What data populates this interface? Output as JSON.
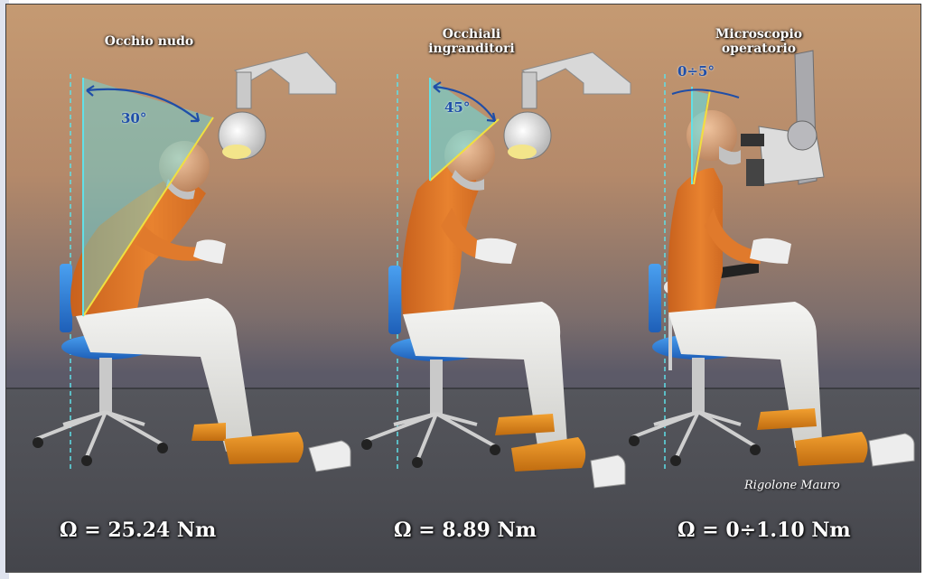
{
  "figure": {
    "panels": [
      {
        "title": "Occhio nudo",
        "angle": "30°",
        "torque": "Ω = 25.24 Nm"
      },
      {
        "title": "Occhiali ingranditori",
        "angle": "45°",
        "torque": "Ω = 8.89 Nm"
      },
      {
        "title": "Microscopio operatorio",
        "angle": "0÷5°",
        "torque": "Ω = 0÷1.10 Nm"
      }
    ],
    "signature": "Rigolone Mauro"
  },
  "colors": {
    "shirt": "#e0782c",
    "pants": "#e8e8e4",
    "chair": "#2e7fd8",
    "shoes": "#e08a1a",
    "skin": "#d9a57e",
    "angle_fill": "#62e0e6",
    "angle_line": "#f0e040",
    "arc": "#1f4ea8"
  }
}
